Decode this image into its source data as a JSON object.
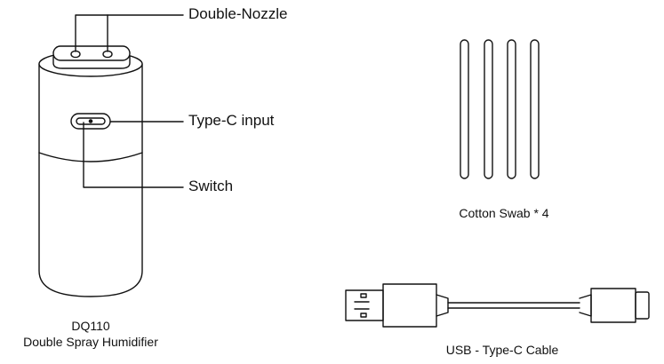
{
  "humidifier": {
    "callouts": {
      "nozzle": "Double-Nozzle",
      "type_c": "Type-C input",
      "switch": "Switch"
    },
    "model": "DQ110",
    "name": "Double Spray Humidifier"
  },
  "swabs": {
    "count": 4,
    "caption": "Cotton Swab * 4"
  },
  "cable": {
    "caption": "USB - Type-C Cable"
  },
  "colors": {
    "line": "#111111",
    "background": "#ffffff"
  }
}
